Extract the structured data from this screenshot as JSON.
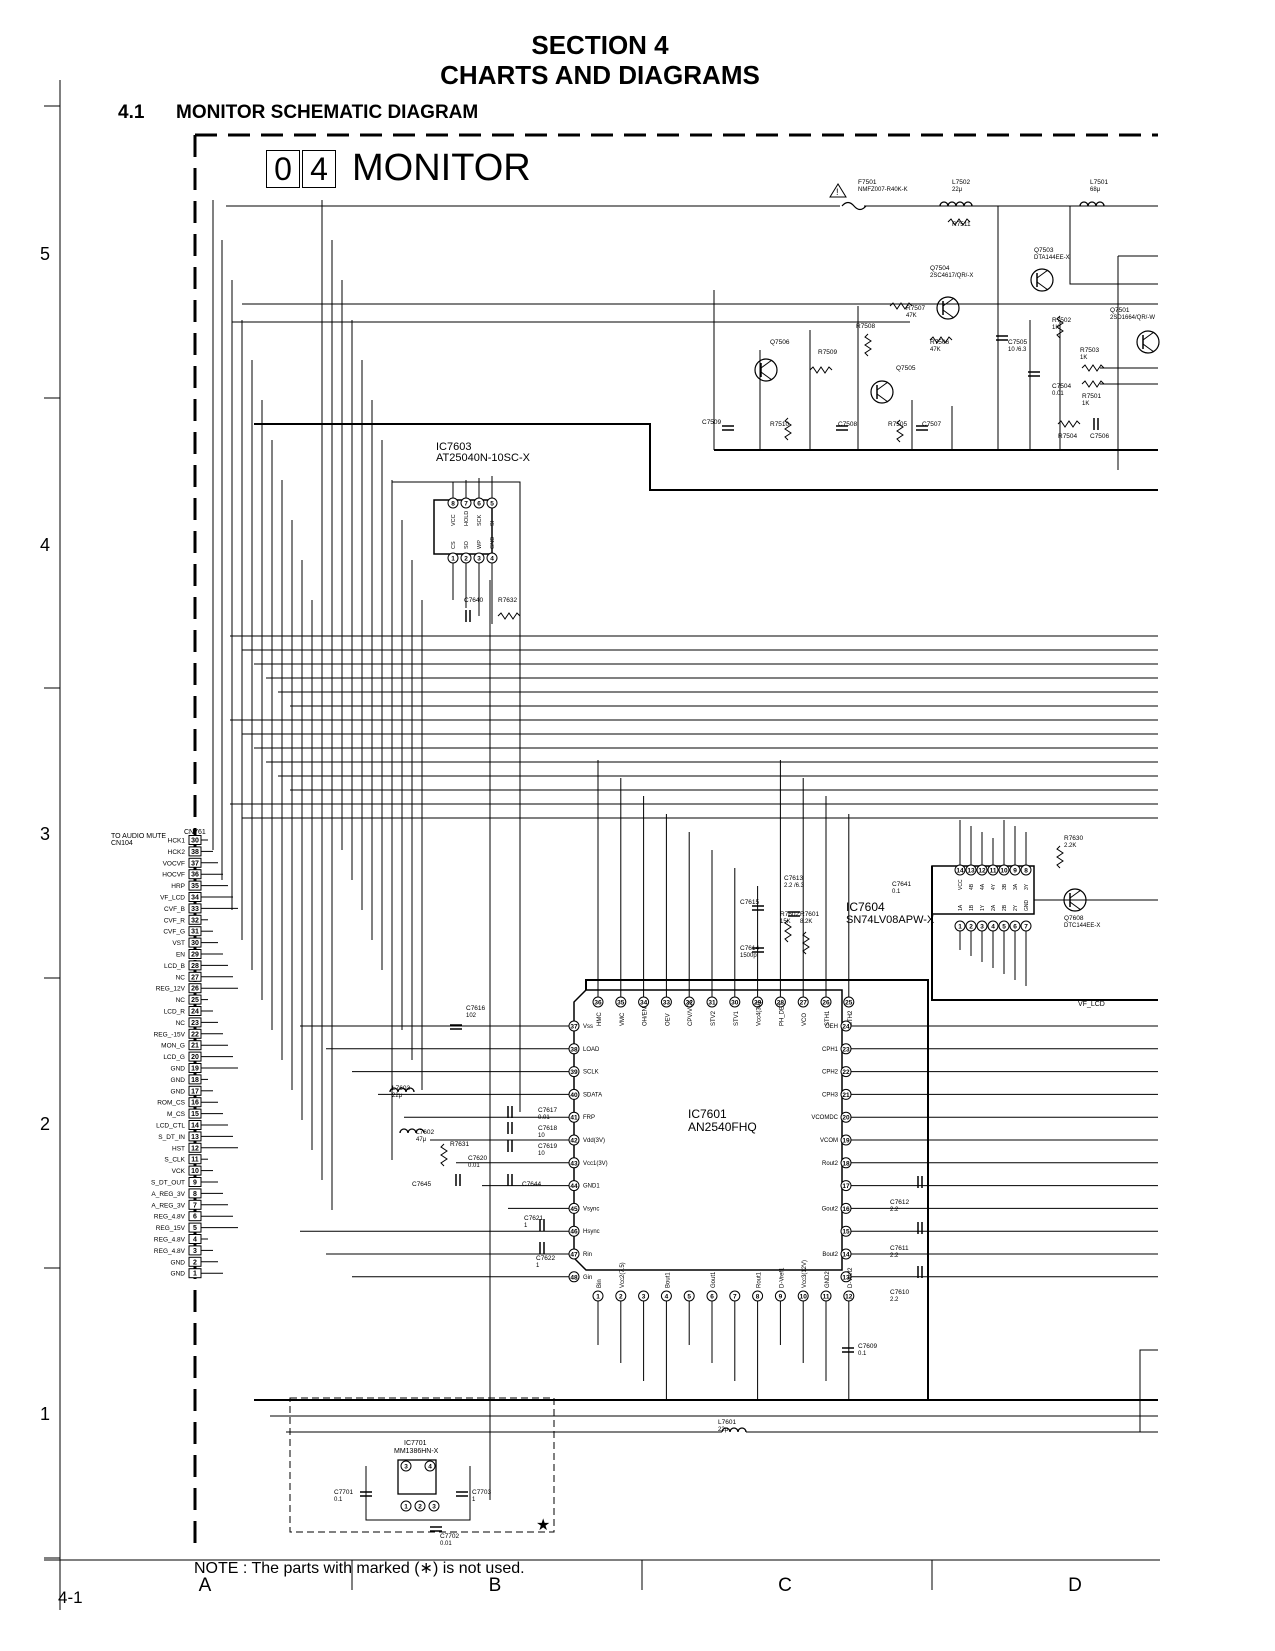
{
  "header": {
    "section": "SECTION 4",
    "title": "CHARTS AND DIAGRAMS",
    "subsection_number": "4.1",
    "subsection_title": "MONITOR SCHEMATIC DIAGRAM"
  },
  "board": {
    "code_digits": [
      "0",
      "4"
    ],
    "name": "MONITOR"
  },
  "row_numbers": [
    "5",
    "4",
    "3",
    "2",
    "1"
  ],
  "column_letters": [
    "A",
    "B",
    "C",
    "D"
  ],
  "page_number": "4-1",
  "note": "NOTE : The parts with marked (∗) is not used.",
  "connector": {
    "ref": "CN761",
    "dest_line1": "TO AUDIO MUTE",
    "dest_line2": "CN104",
    "pins": [
      {
        "n": "30",
        "s": "HCK1"
      },
      {
        "n": "38",
        "s": "HCK2"
      },
      {
        "n": "37",
        "s": "VOCVF"
      },
      {
        "n": "36",
        "s": "HOCVF"
      },
      {
        "n": "35",
        "s": "HRP"
      },
      {
        "n": "34",
        "s": "VF_LCD"
      },
      {
        "n": "33",
        "s": "CVF_B"
      },
      {
        "n": "32",
        "s": "CVF_R"
      },
      {
        "n": "31",
        "s": "CVF_G"
      },
      {
        "n": "30",
        "s": "VST"
      },
      {
        "n": "29",
        "s": "EN"
      },
      {
        "n": "28",
        "s": "LCD_B"
      },
      {
        "n": "27",
        "s": "NC"
      },
      {
        "n": "26",
        "s": "REG_12V"
      },
      {
        "n": "25",
        "s": "NC"
      },
      {
        "n": "24",
        "s": "LCD_R"
      },
      {
        "n": "23",
        "s": "NC"
      },
      {
        "n": "22",
        "s": "REG_-15V"
      },
      {
        "n": "21",
        "s": "MON_G"
      },
      {
        "n": "20",
        "s": "LCD_G"
      },
      {
        "n": "19",
        "s": "GND"
      },
      {
        "n": "18",
        "s": "GND"
      },
      {
        "n": "17",
        "s": "GND"
      },
      {
        "n": "16",
        "s": "ROM_CS"
      },
      {
        "n": "15",
        "s": "M_CS"
      },
      {
        "n": "14",
        "s": "LCD_CTL"
      },
      {
        "n": "13",
        "s": "S_DT_IN"
      },
      {
        "n": "12",
        "s": "HST"
      },
      {
        "n": "11",
        "s": "S_CLK"
      },
      {
        "n": "10",
        "s": "VCK"
      },
      {
        "n": "9",
        "s": "S_DT_OUT"
      },
      {
        "n": "8",
        "s": "A_REG_3V"
      },
      {
        "n": "7",
        "s": "A_REG_3V"
      },
      {
        "n": "6",
        "s": "REG_4.8V"
      },
      {
        "n": "5",
        "s": "REG_15V"
      },
      {
        "n": "4",
        "s": "REG_4.8V"
      },
      {
        "n": "3",
        "s": "REG_4.8V"
      },
      {
        "n": "2",
        "s": "GND"
      },
      {
        "n": "1",
        "s": "GND"
      }
    ]
  },
  "ic7601": {
    "ref": "IC7601",
    "part": "AN2540FHQ",
    "top_pins": [
      {
        "n": "36",
        "s": "HMC"
      },
      {
        "n": "35",
        "s": "VMC"
      },
      {
        "n": "34",
        "s": "OH/EN"
      },
      {
        "n": "33",
        "s": "OEV"
      },
      {
        "n": "32",
        "s": "CPV/VCK"
      },
      {
        "n": "31",
        "s": "STV2"
      },
      {
        "n": "30",
        "s": "STV1"
      },
      {
        "n": "29",
        "s": "Vcc4(3V)"
      },
      {
        "n": "28",
        "s": "PH_DET"
      },
      {
        "n": "27",
        "s": "VCO"
      },
      {
        "n": "26",
        "s": "STH1"
      },
      {
        "n": "25",
        "s": "STH2"
      }
    ],
    "left_pins": [
      {
        "n": "37",
        "s": "Vss"
      },
      {
        "n": "38",
        "s": "LOAD"
      },
      {
        "n": "39",
        "s": "SCLK"
      },
      {
        "n": "40",
        "s": "SDATA"
      },
      {
        "n": "41",
        "s": "FRP"
      },
      {
        "n": "42",
        "s": "Vdd(3V)"
      },
      {
        "n": "43",
        "s": "Vcc1(3V)"
      },
      {
        "n": "44",
        "s": "GND1"
      },
      {
        "n": "45",
        "s": "Vsync"
      },
      {
        "n": "46",
        "s": "Hsync"
      },
      {
        "n": "47",
        "s": "Rin"
      },
      {
        "n": "48",
        "s": "Gin"
      }
    ],
    "right_pins": [
      {
        "n": "24",
        "s": "OEH"
      },
      {
        "n": "23",
        "s": "CPH1"
      },
      {
        "n": "22",
        "s": "CPH2"
      },
      {
        "n": "21",
        "s": "CPH3"
      },
      {
        "n": "20",
        "s": "VCOMDC"
      },
      {
        "n": "19",
        "s": "VCOM"
      },
      {
        "n": "18",
        "s": "Rout2"
      },
      {
        "n": "17",
        "s": ""
      },
      {
        "n": "16",
        "s": "Gout2"
      },
      {
        "n": "15",
        "s": ""
      },
      {
        "n": "14",
        "s": "Bout2"
      },
      {
        "n": "13",
        "s": ""
      }
    ],
    "bottom_pins": [
      {
        "n": "1",
        "s": "Bin"
      },
      {
        "n": "2",
        "s": "Vcc2(7.5)"
      },
      {
        "n": "3",
        "s": ""
      },
      {
        "n": "4",
        "s": "Bout1"
      },
      {
        "n": "5",
        "s": ""
      },
      {
        "n": "6",
        "s": "Gout1"
      },
      {
        "n": "7",
        "s": ""
      },
      {
        "n": "8",
        "s": "Rout1"
      },
      {
        "n": "9",
        "s": "D-Vref1"
      },
      {
        "n": "10",
        "s": "Vcc3(12V)"
      },
      {
        "n": "11",
        "s": "GND2"
      },
      {
        "n": "12",
        "s": "D-Vref2"
      }
    ]
  },
  "ic7603": {
    "ref": "IC7603",
    "part": "AT25040N-10SC-X",
    "top_pins": [
      {
        "n": "8",
        "s": "VCC"
      },
      {
        "n": "7",
        "s": "HOLD"
      },
      {
        "n": "6",
        "s": "SCK"
      },
      {
        "n": "5",
        "s": "SI"
      }
    ],
    "bottom_pins": [
      {
        "n": "1",
        "s": "CS"
      },
      {
        "n": "2",
        "s": "SO"
      },
      {
        "n": "3",
        "s": "WP"
      },
      {
        "n": "4",
        "s": "GND"
      }
    ]
  },
  "ic7604": {
    "ref": "IC7604",
    "part": "SN74LV08APW-X",
    "top_pins": [
      {
        "n": "14",
        "s": "VCC"
      },
      {
        "n": "13",
        "s": "4B"
      },
      {
        "n": "12",
        "s": "4A"
      },
      {
        "n": "11",
        "s": "4Y"
      },
      {
        "n": "10",
        "s": "3B"
      },
      {
        "n": "9",
        "s": "3A"
      },
      {
        "n": "8",
        "s": "3Y"
      }
    ],
    "bottom_pins": [
      {
        "n": "1",
        "s": "1A"
      },
      {
        "n": "2",
        "s": "1B"
      },
      {
        "n": "3",
        "s": "1Y"
      },
      {
        "n": "4",
        "s": "2A"
      },
      {
        "n": "5",
        "s": "2B"
      },
      {
        "n": "6",
        "s": "2Y"
      },
      {
        "n": "7",
        "s": "GND"
      }
    ]
  },
  "ic7701": {
    "ref": "IC7701",
    "part": "MM1386HN-X"
  },
  "components": [
    {
      "r": "F7501",
      "v": "NMFZ007-R40K-K"
    },
    {
      "r": "L7502",
      "v": "22μ"
    },
    {
      "r": "R7511",
      "v": ""
    },
    {
      "r": "L7501",
      "v": "68μ"
    },
    {
      "r": "Q7503",
      "v": "DTA144EE-X"
    },
    {
      "r": "Q7504",
      "v": "2SC4617/QR/-X"
    },
    {
      "r": "Q7501",
      "v": "2SD1664/QR/-W"
    },
    {
      "r": "R7507",
      "v": "47K"
    },
    {
      "r": "R7508",
      "v": ""
    },
    {
      "r": "R7506",
      "v": "47K"
    },
    {
      "r": "C7505",
      "v": "10 /6.3"
    },
    {
      "r": "R7502",
      "v": "1K"
    },
    {
      "r": "Q7506",
      "v": ""
    },
    {
      "r": "R7509",
      "v": ""
    },
    {
      "r": "Q7505",
      "v": ""
    },
    {
      "r": "R7503",
      "v": "1K"
    },
    {
      "r": "C7504",
      "v": "0.01"
    },
    {
      "r": "R7501",
      "v": "1K"
    },
    {
      "r": "C7509",
      "v": ""
    },
    {
      "r": "R7510",
      "v": ""
    },
    {
      "r": "C7508",
      "v": ""
    },
    {
      "r": "R7505",
      "v": ""
    },
    {
      "r": "C7507",
      "v": ""
    },
    {
      "r": "R7504",
      "v": ""
    },
    {
      "r": "C7506",
      "v": ""
    },
    {
      "r": "C7640",
      "v": ""
    },
    {
      "r": "R7632",
      "v": ""
    },
    {
      "r": "R7630",
      "v": "2.2K"
    },
    {
      "r": "C7641",
      "v": "0.1"
    },
    {
      "r": "Q7608",
      "v": "DTC144EE-X"
    },
    {
      "r": "C7616",
      "v": "102"
    },
    {
      "r": "L7603",
      "v": "22μ"
    },
    {
      "r": "C7617",
      "v": "0.01"
    },
    {
      "r": "C7618",
      "v": "10"
    },
    {
      "r": "C7619",
      "v": "10"
    },
    {
      "r": "L7602",
      "v": "47μ"
    },
    {
      "r": "R7631",
      "v": ""
    },
    {
      "r": "C7620",
      "v": "0.01"
    },
    {
      "r": "C7645",
      "v": ""
    },
    {
      "r": "C7644",
      "v": ""
    },
    {
      "r": "C7621",
      "v": "1"
    },
    {
      "r": "C7622",
      "v": "1"
    },
    {
      "r": "C7612",
      "v": "2.2"
    },
    {
      "r": "C7611",
      "v": "2.2"
    },
    {
      "r": "C7610",
      "v": "2.2"
    },
    {
      "r": "C7609",
      "v": "0.1"
    },
    {
      "r": "L7601",
      "v": "22μ"
    },
    {
      "r": "C7701",
      "v": "0.1"
    },
    {
      "r": "C7703",
      "v": "1"
    },
    {
      "r": "C7702",
      "v": "0.01"
    },
    {
      "r": "C7613",
      "v": "2.2 /6.3"
    },
    {
      "r": "C7615",
      "v": ""
    },
    {
      "r": "C7614",
      "v": "1500p"
    },
    {
      "r": "R7602",
      "v": "15K"
    },
    {
      "r": "R7601",
      "v": "8.2K"
    }
  ],
  "net_labels": [
    "VF_LCD"
  ],
  "marker": "★"
}
